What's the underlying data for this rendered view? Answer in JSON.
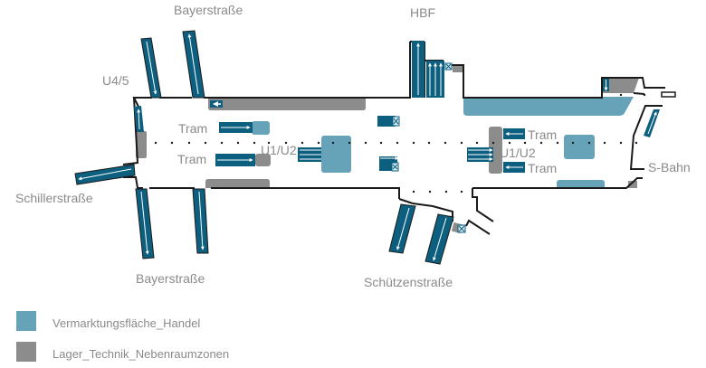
{
  "colors": {
    "retail": "#66a3b8",
    "storage": "#8c8c8c",
    "escalator": "#0d5f80",
    "wall": "#1a1a1a",
    "label": "#8a8a8a"
  },
  "labels": {
    "bayerstrasse_top": "Bayerstraße",
    "hbf": "HBF",
    "u45": "U4/5",
    "schillerstrasse": "Schillerstraße",
    "bayerstrasse_bottom": "Bayerstraße",
    "schuetzenstrasse": "Schützenstraße",
    "tram_left_top": "Tram",
    "tram_left_bottom": "Tram",
    "u1u2_left": "U1/U2",
    "u1u2_right": "U1/U2",
    "tram_right_top": "Tram",
    "tram_right_bottom": "Tram",
    "sbahn": "S-Bahn"
  },
  "legend": [
    {
      "label": "Vermarktungsfläche_Handel",
      "category": "retail"
    },
    {
      "label": "Lager_Technik_Nebenraumzonen",
      "category": "storage"
    }
  ]
}
